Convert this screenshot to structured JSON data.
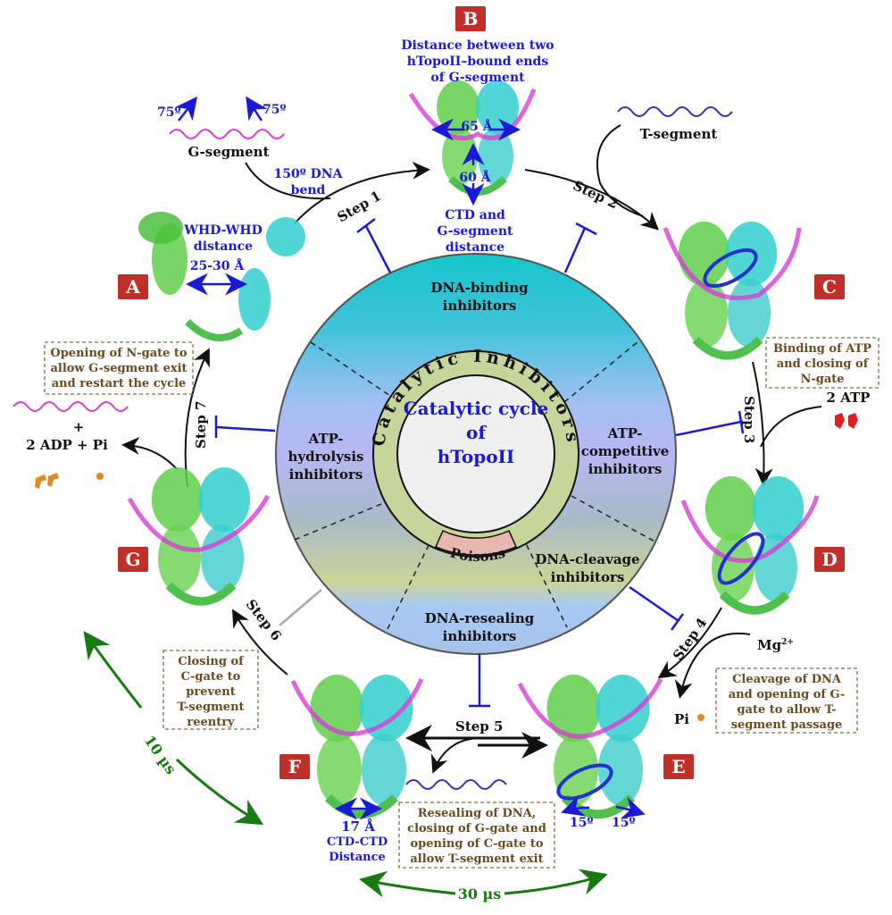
{
  "colors": {
    "inhibitor_line": "#1a1ad6",
    "time_arrow": "#1a7a12",
    "label_box": "#c0302a",
    "ring": "#c6d59a",
    "poisons": "#eab6b0",
    "note_text": "#6b4a1e"
  },
  "states": [
    "A",
    "B",
    "C",
    "D",
    "E",
    "F",
    "G"
  ],
  "center": {
    "l1": "Catalytic cycle",
    "l2": "of",
    "l3": "hTopoII"
  },
  "ring": {
    "catalytic": "Catalytic Inhibitors",
    "poisons": "Poisons"
  },
  "sectors": {
    "dna_binding": [
      "DNA-binding",
      "inhibitors"
    ],
    "atp_competitive": [
      "ATP-",
      "competitive",
      "inhibitors"
    ],
    "dna_cleavage": [
      "DNA-cleavage",
      "inhibitors"
    ],
    "dna_resealing": [
      "DNA-resealing",
      "inhibitors"
    ],
    "atp_hydrolysis": [
      "ATP-",
      "hydrolysis",
      "inhibitors"
    ]
  },
  "steps": [
    "Step 1",
    "Step 2",
    "Step 3",
    "Step 4",
    "Step 5",
    "Step 6",
    "Step 7"
  ],
  "annotations": {
    "b_top": [
      "Distance between two",
      "hTopoII–bound ends",
      "of G-segment"
    ],
    "d65": "65 Å",
    "d60": "60 Å",
    "b_bottom": [
      "CTD and",
      "G-segment",
      "distance"
    ],
    "angle75": "75º",
    "g_segment": "G-segment",
    "bend": [
      "150º DNA",
      "bend"
    ],
    "whd": [
      "WHD-WHD",
      "distance",
      "25-30 Å"
    ],
    "t_segment": "T-segment",
    "atp": "2 ATP",
    "adp_plus": "+",
    "adp": "2 ADP + Pi",
    "mg": "Mg",
    "mg_sup": "2+",
    "pi": "Pi",
    "angle15": "15º",
    "d17": "17 Å",
    "ctd": [
      "CTD-CTD",
      "Distance"
    ],
    "t10": "10 µs",
    "t30": "30 µs"
  },
  "notes": {
    "c": [
      "Binding of ATP",
      "and closing of",
      "N-gate"
    ],
    "a": [
      "Opening of N-gate to",
      "allow G-segment exit",
      "and restart the cycle"
    ],
    "d": [
      "Cleavage of DNA",
      "and opening of G-",
      "gate to allow T-",
      "segment passage"
    ],
    "e": [
      "Resealing of DNA,",
      "closing of G-gate and",
      "opening of C-gate to",
      "allow T-segment exit"
    ],
    "g": [
      "Closing of",
      "C-gate to",
      "prevent",
      "T-segment",
      "reentry"
    ]
  }
}
